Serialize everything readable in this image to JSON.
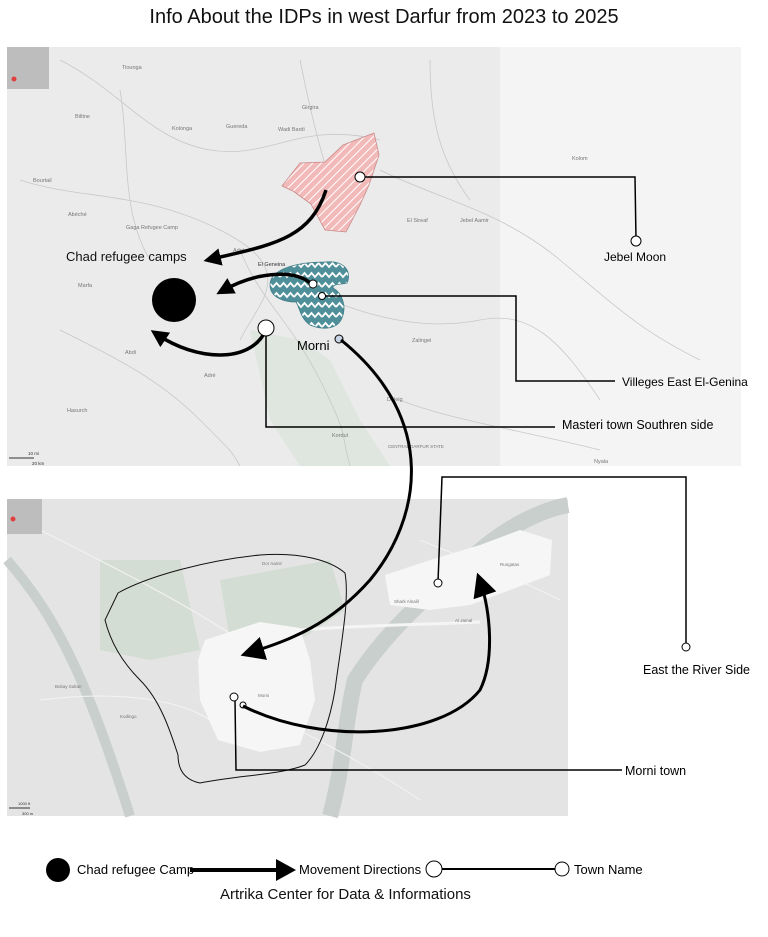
{
  "title": "Info About the IDPs in west Darfur from 2023 to 2025",
  "colors": {
    "map_bg": "#ebebeb",
    "jebel_moon": "#f2b9b9",
    "genina": "#4e8f99",
    "camp": "#000000"
  },
  "top_map": {
    "place_labels": [
      "Tiounga",
      "Biltine",
      "Kolonga",
      "Guereda",
      "Wadi Bardi",
      "Girgira",
      "Bourtail",
      "Abéché",
      "Gaga Refugee Camp",
      "Kolom",
      "El Sireaf",
      "Jebel Aamir",
      "Adré",
      "El Geneina",
      "Marfa",
      "Abdi",
      "Zalingei",
      "Adré",
      "Hasurch",
      "Deleig",
      "Kordul",
      "CENTRAL DARFUR STATE",
      "Nyala"
    ],
    "scale": [
      "10 mi",
      "20 km"
    ],
    "annotations": {
      "chad_camps": "Chad refugee camps",
      "jebel_moon": "Jebel Moon",
      "morni": "Morni",
      "villages": "Villeges East El-Genina",
      "masteri": "Masteri town Southren side"
    }
  },
  "bottom_map": {
    "place_labels": [
      "Dor Aamir",
      "Shark Alnalil",
      "Rungatas",
      "Al Jamal",
      "Morni",
      "Bokay Sultan",
      "Kodingo"
    ],
    "scale": [
      "1000 ft",
      "300 m"
    ],
    "annotations": {
      "river_side": "East the River Side",
      "morni_town": "Morni town"
    }
  },
  "legend": {
    "camp": "Chad refugee Camp",
    "movement": "Movement Directions",
    "town": "Town Name"
  },
  "credit": "Artrika Center for Data & Informations"
}
